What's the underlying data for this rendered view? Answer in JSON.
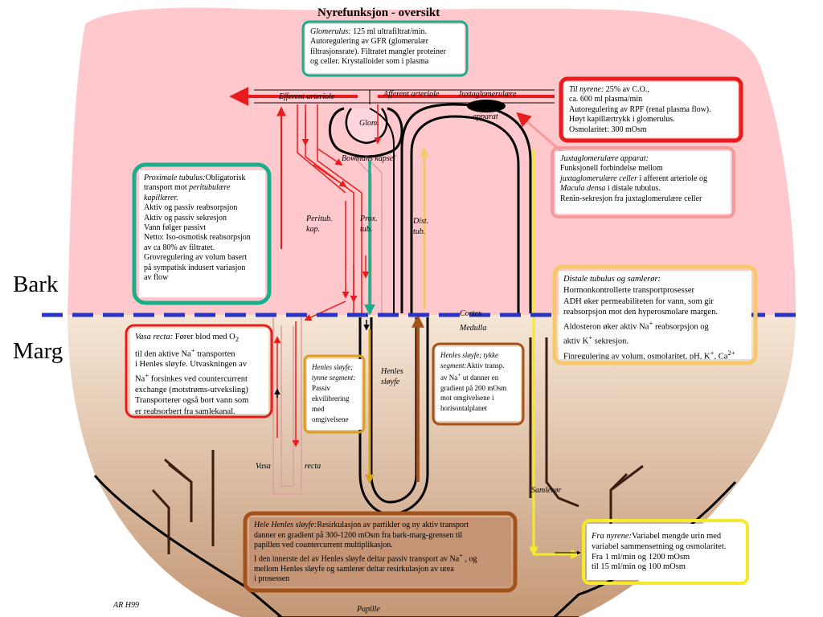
{
  "title": "Nyrefunksjon - oversikt",
  "regions": {
    "bark": "Bark",
    "marg": "Marg",
    "cortex": "Cortex",
    "medulla": "Medulla",
    "papille": "Papille"
  },
  "labels": {
    "efferent": "Efferent arteriole",
    "afferent": "Afferent arteriole",
    "juxta_part": "Juxtaglomerulære",
    "apparat": "apparat",
    "glom": "Glom.",
    "bowman": "Bowmans kapsel",
    "perit_1": "Peritub.",
    "perit_2": "kap.",
    "prox_1": "Prox.",
    "prox_2": "tub.",
    "dist_1": "Dist.",
    "dist_2": "tub.",
    "henle_1": "Henles",
    "henle_2": "sløyfe",
    "vasa_1": "Vasa",
    "vasa_2": "recta",
    "samleror": "Samlerør",
    "signature": "AR H99"
  },
  "boxes": {
    "glomerulus": {
      "head": "Glomerulus:",
      "text1": " 125 ml ultrafiltrat/min.",
      "l2": "Autoregulering av GFR (glomerulær",
      "l3": "filtrasjonsrate). Filtratet mangler proteiner",
      "l4": "og celler. Krystalloider som i plasma"
    },
    "til_nyrene": {
      "head": "Til nyrene:",
      "text1": " 25% av C.O.,",
      "l2": "ca. 600 ml plasma/min",
      "l3": "Autoregulering av RPF (renal plasma flow).",
      "l4": "Høyt kapillærtrykk i glomerulus.",
      "l5": "Osmolaritet: 300 mOsm"
    },
    "juxta": {
      "head": "Juxtaglomerulære apparat:",
      "l2": "Funksjonell forbindelse mellom",
      "l3_it": "juxtaglomerulære celler",
      "l3_rest": " i afferent arteriole og",
      "l4_it": "Macula densa",
      "l4_rest": " i distale tubulus.",
      "l5": "Renin-sekresjon fra juxtaglomerulære celler"
    },
    "proximale": {
      "head": "Proximale tubulus:",
      "text1": "Obligatorisk",
      "l2a": "transport mot ",
      "l2_it": "peritubulære",
      "l3_it": "kapillærer.",
      "l4": "Aktiv og passiv reabsorpsjon",
      "l5": "Aktiv og passiv sekresjon",
      "l6": "Vann følger passivt",
      "l7": "Netto: Iso-osmotisk reabsorpsjon",
      "l8": "av ca 80% av filtratet.",
      "l9": "Grovregulering av volum basert",
      "l10": "på sympatisk indusert variasjon",
      "l11": "av flow"
    },
    "distale": {
      "head": "Distale tubulus og samlerør:",
      "l2": "Hormonkontrollerte transportprosesser",
      "l3": "ADH øker permeabiliteten for vann, som gir",
      "l4": "reabsorpsjon mot den hyperosmolare margen.",
      "l5a": "Aldosteron øker aktiv Na",
      "l5sup": "+",
      "l5b": " reabsorpsjon og",
      "l6a": "aktiv K",
      "l6sup": "+",
      "l6b": " sekresjon.",
      "l7a": "Finregulering av volum, osmolaritet, pH, K",
      "l7sup1": "+",
      "l7b": ", Ca",
      "l7sup2": "2+"
    },
    "vasa": {
      "head": "Vasa recta:",
      "text1a": " Fører blod med O",
      "text1sub": "2",
      "l2a": "til den aktive Na",
      "l2sup": "+",
      "l2b": " transporten",
      "l3": "i Henles sløyfe. Utvaskningen av",
      "l4a": "Na",
      "l4sup": "+",
      "l4b": " forsinkes ved countercurrent",
      "l5": "exchange (motstrøms-utveksling)",
      "l6": "Transporterer også bort vann som",
      "l7": "er reabsorbert fra samlekanal."
    },
    "henle_tynn": {
      "l1": "Henles sløyfe;",
      "l2": "tynne segment:",
      "l3": "Passiv",
      "l4": "ekvilibrering",
      "l5": "med",
      "l6": "omgivelsene"
    },
    "henle_tykk": {
      "l1": "Henles sløyfe; tykke",
      "l2": "segment:",
      "l2b": "Aktiv transp.",
      "l3a": "av Na",
      "l3sup": "+",
      "l3b": " ut danner en",
      "l4": "gradient på 200 mOsm",
      "l5": "mot omgivelsene i",
      "l6": "horisontalplanet"
    },
    "hele_henle": {
      "head": "Hele Henles sløyfe:",
      "text1": "Resirkulasjon av partikler og ny aktiv transport",
      "l2": "danner en gradient på 300-1200 mOsm fra bark-marg-grensen til",
      "l3": "papillen ved countercurrent multiplikasjon.",
      "l4a": "I den innerste del av Henles sløyfe deltar passiv transport av Na",
      "l4sup": "+",
      "l4b": " , og",
      "l5": "mellom Henles sløyfe og samlerør deltar resirkulasjon av urea",
      "l6": "i prosessen"
    },
    "fra_nyrene": {
      "head": "Fra nyrene:",
      "text1": "Variabel mengde urin med",
      "l2": "variabel sammensetning og osmolaritet.",
      "l3": "Fra 1 ml/min og 1200 mOsm",
      "l4": "til 15 ml/min og 100 mOsm"
    }
  },
  "colors": {
    "cortex_fill": "#ffc8cc",
    "medulla_top": "#f6e6d6",
    "medulla_bottom": "#c79c78",
    "teal": "#1aae8c",
    "red": "#e81c1c",
    "pink": "#f59a9a",
    "gold": "#d9a020",
    "orange": "#f6c86a",
    "brown": "#a5521a",
    "yellow": "#f2ea2a",
    "blue_dash": "#2a34c4"
  }
}
